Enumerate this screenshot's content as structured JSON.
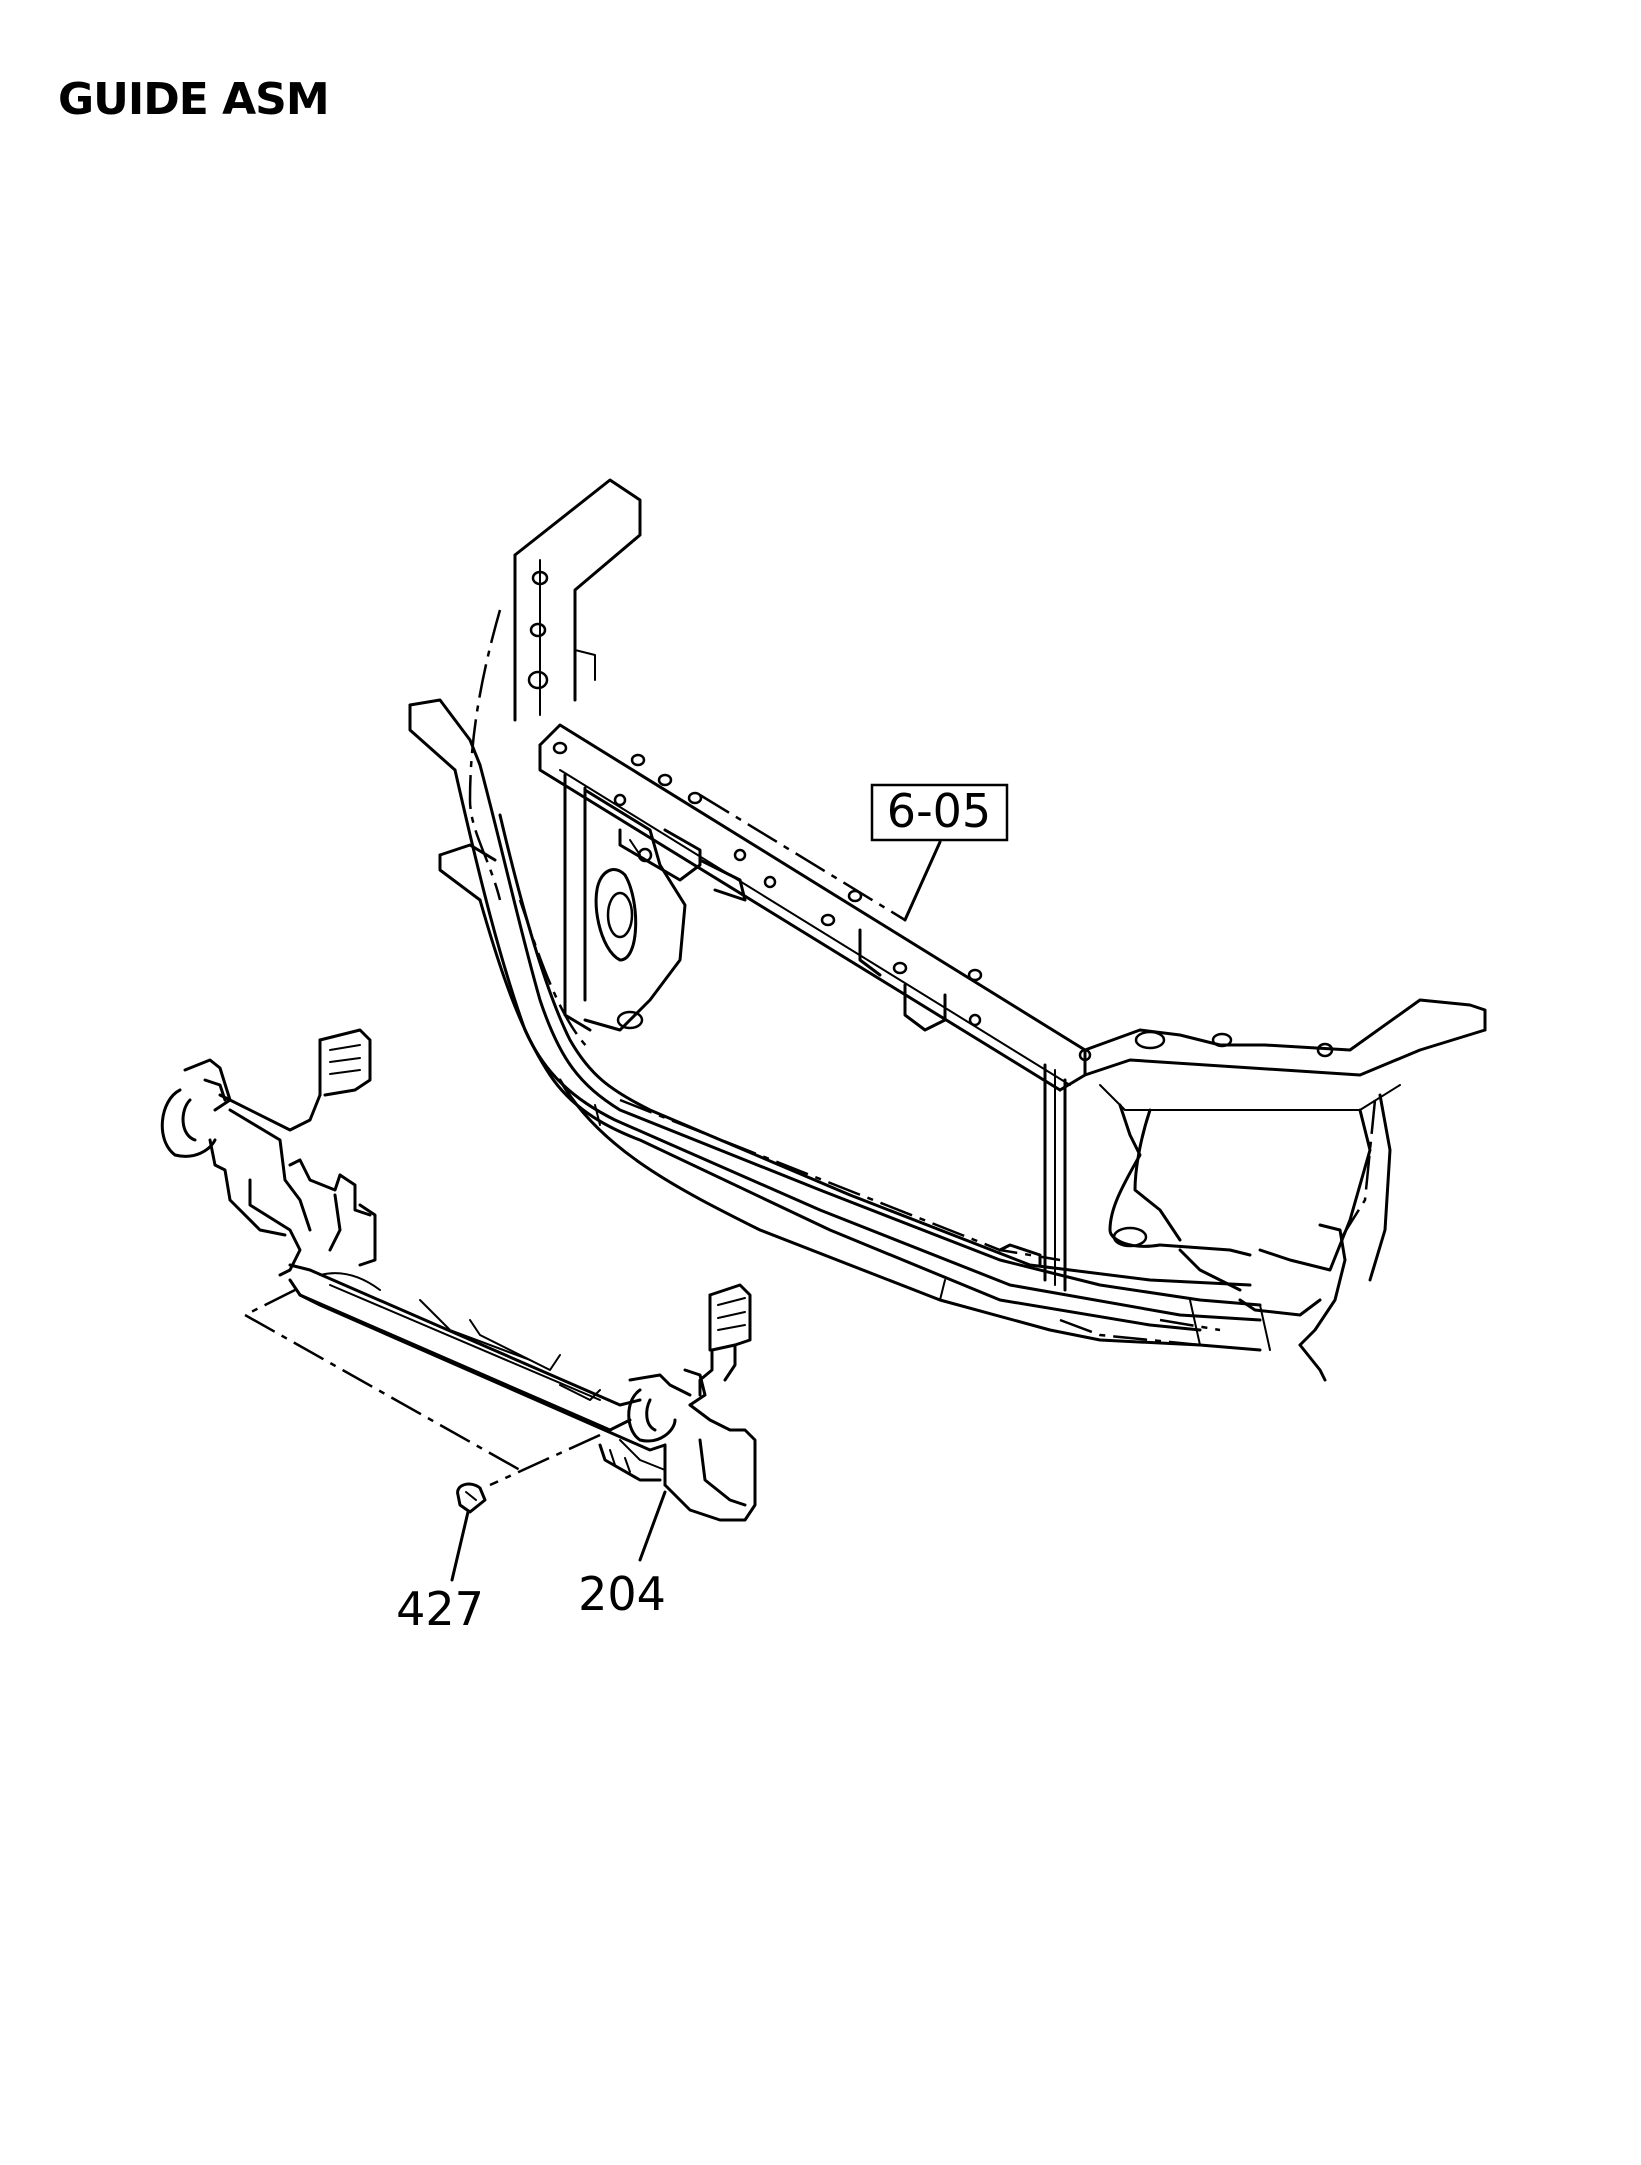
{
  "title": "GUIDE ASM",
  "callouts": {
    "ref_box": "6-05",
    "part_204": "204",
    "part_427": "427"
  },
  "colors": {
    "line": "#000000",
    "background": "#ffffff"
  }
}
